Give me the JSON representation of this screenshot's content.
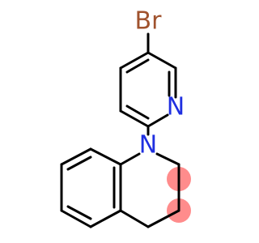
{
  "molecule": {
    "atoms": [
      {
        "id": "br",
        "label": "Br",
        "color": "#a0522d"
      },
      {
        "id": "n_pyridine",
        "label": "N",
        "color": "#1f2fe0"
      },
      {
        "id": "n_quinoline",
        "label": "N",
        "color": "#1f2fe0"
      }
    ],
    "highlight_color": "#ff8c8c"
  }
}
